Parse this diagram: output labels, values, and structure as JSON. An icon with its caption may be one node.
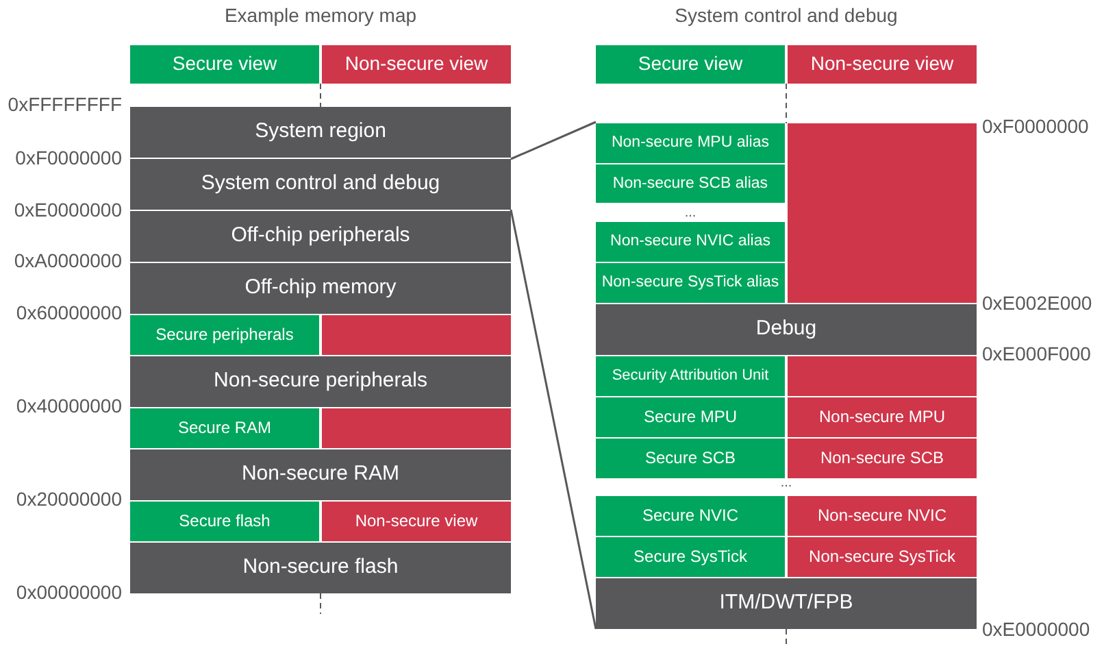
{
  "diagram": {
    "nodes": [
      {
        "text": [
          "Example memory map"
        ]
      },
      {
        "text": [
          "Secure view"
        ],
        "in": 0
      },
      {
        "text": [
          "Non-secure view"
        ],
        "in": 0
      },
      {
        "text": [
          "System region"
        ],
        "in": 0
      },
      {
        "text": [
          "System control and debug"
        ],
        "in": 0
      },
      {
        "text": [
          "Off-chip peripherals"
        ],
        "in": 0
      },
      {
        "text": [
          "Off-chip memory"
        ],
        "in": 0
      },
      {
        "text": [
          "Secure peripherals"
        ],
        "in": 0
      },
      {
        "text": [],
        "shape": "box",
        "in": 0
      },
      {
        "text": [
          "Non-secure peripherals"
        ],
        "in": 0
      },
      {
        "text": [
          "Secure RAM"
        ],
        "in": 0
      },
      {
        "text": [],
        "shape": "box",
        "in": 0
      },
      {
        "text": [
          "Non-secure RAM"
        ],
        "in": 0
      },
      {
        "text": [
          "Secure flash"
        ],
        "in": 0
      },
      {
        "text": [
          "Non-secure view"
        ],
        "in": 0
      },
      {
        "text": [
          "Non-secure flash"
        ],
        "in": 0
      },
      {
        "text": [
          "System control and debug"
        ]
      },
      {
        "text": [
          "Secure view"
        ],
        "in": 16
      },
      {
        "text": [
          "Non-secure view"
        ],
        "in": 16
      },
      {
        "text": [
          "Non-secure MPU alias"
        ],
        "in": 16
      },
      {
        "text": [
          "Non-secure SCB alias"
        ],
        "in": 16
      },
      {
        "text": [
          "Non-secure NVIC alias"
        ],
        "in": 16
      },
      {
        "text": [
          "Non-secure SysTick alias"
        ],
        "in": 16
      },
      {
        "text": [],
        "shape": "box",
        "in": 16
      },
      {
        "text": [
          "Debug"
        ],
        "in": 16
      },
      {
        "text": [
          "Security Attribution Unit"
        ],
        "in": 16
      },
      {
        "text": [],
        "shape": "box",
        "in": 16
      },
      {
        "text": [
          "Secure MPU"
        ],
        "in": 16
      },
      {
        "text": [
          "Non-secure MPU"
        ],
        "in": 16
      },
      {
        "text": [
          "Secure SCB"
        ],
        "in": 16
      },
      {
        "text": [
          "Non-secure SCB"
        ],
        "in": 16
      },
      {
        "text": [
          "Secure NVIC"
        ],
        "in": 16
      },
      {
        "text": [
          "Non-secure NVIC"
        ],
        "in": 16
      },
      {
        "text": [
          "Secure SysTick"
        ],
        "in": 16
      },
      {
        "text": [
          "Non-secure SysTick"
        ],
        "in": 16
      },
      {
        "text": [
          "ITM/DWT/FPB"
        ],
        "in": 16
      }
    ],
    "edges": [
      {
        "from": 4,
        "to": 16,
        "arrow": "none"
      },
      {
        "from": 4,
        "to": 16,
        "arrow": "none"
      }
    ],
    "labels": [
      "0xFFFFFFFF",
      "0xF0000000",
      "0xE0000000",
      "0xA0000000",
      "0x60000000",
      "0x40000000",
      "0x20000000",
      "0x00000000",
      "0xF0000000",
      "...",
      "0xE002E000",
      "0xE000F000",
      "...",
      "0xE0000000"
    ]
  }
}
